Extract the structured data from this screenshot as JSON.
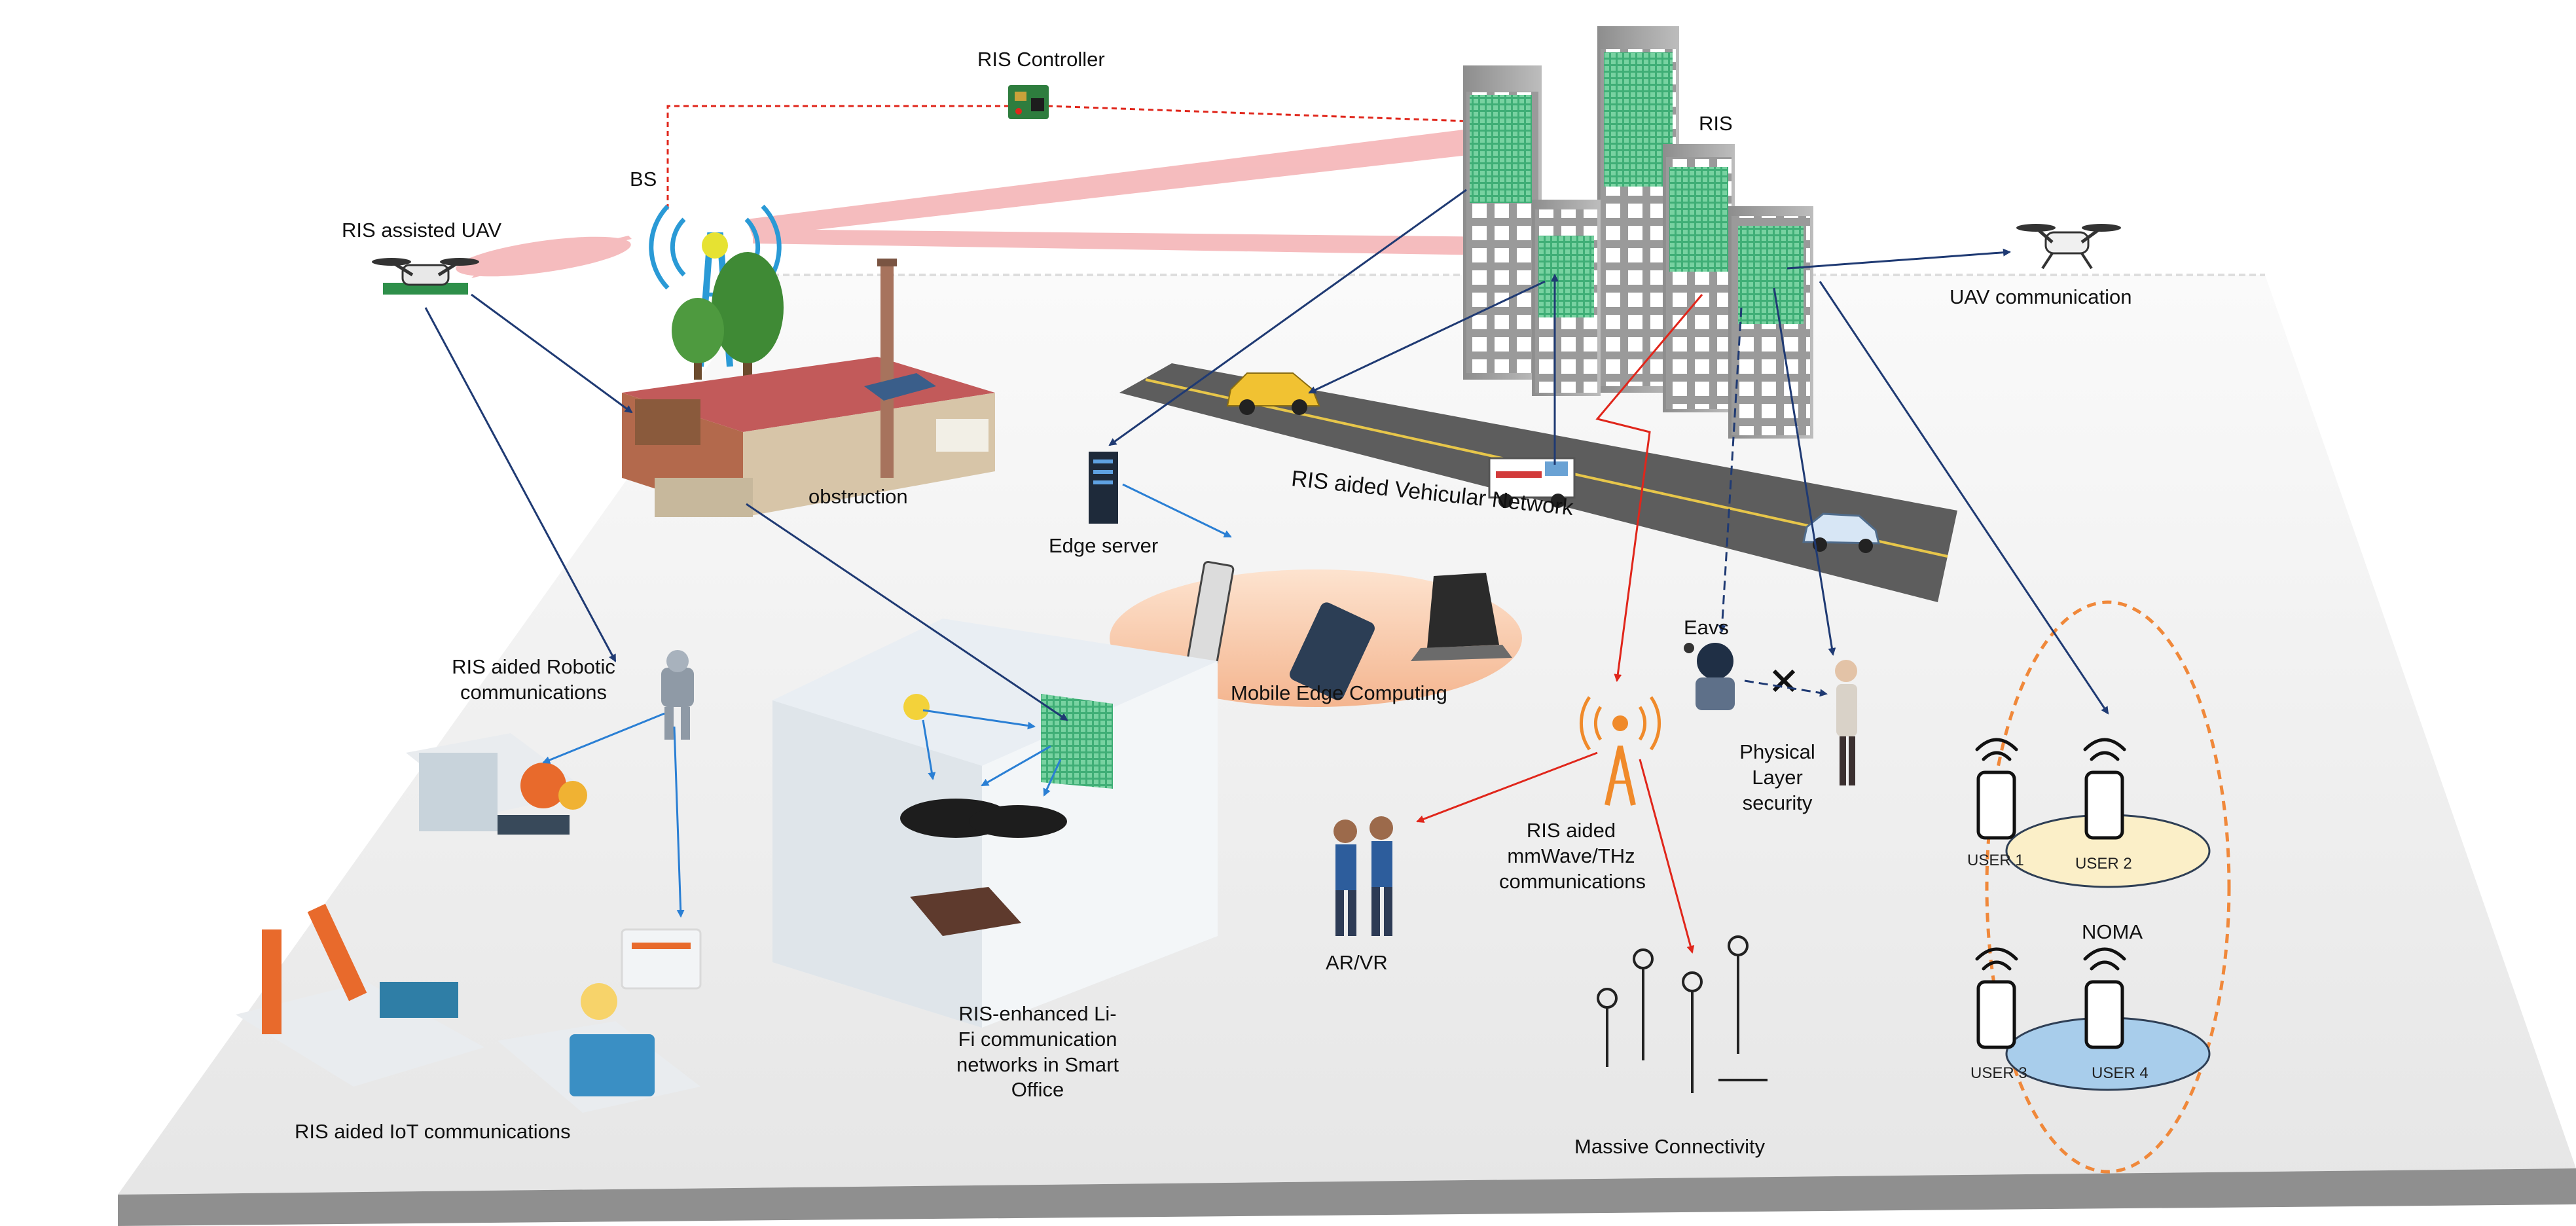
{
  "labels": {
    "ris_controller": "RIS Controller",
    "bs": "BS",
    "ris": "RIS",
    "ris_assisted_uav": "RIS assisted UAV",
    "uav_communication": "UAV communication",
    "obstruction": "obstruction",
    "edge_server": "Edge server",
    "vehicular_network": "RIS aided Vehicular Network",
    "mobile_edge_computing": "Mobile Edge Computing",
    "robotic_comms": "RIS aided Robotic communications",
    "lifi": "RIS-enhanced Li-Fi communication networks in Smart Office",
    "iot": "RIS aided IoT communications",
    "ar_vr": "AR/VR",
    "mmwave": "RIS aided mmWave/THz communications",
    "massive": "Massive Connectivity",
    "eavs": "Eavs",
    "pls": "Physical Layer security",
    "noma": "NOMA",
    "user1": "USER 1",
    "user2": "USER 2",
    "user3": "USER 3",
    "user4": "USER 4"
  },
  "colors": {
    "beam": "#f2a0a3",
    "ris_panel": "#3fae76",
    "link_dark": "#1f3a73",
    "link_light": "#2a7fd4",
    "link_red": "#e0261b",
    "noma_ring": "#f0883a",
    "noma_disc_top": "#fbefc8",
    "noma_disc_bottom": "#a8cdeb",
    "mec_disc": "#f9c9a8",
    "floor": "#efefef"
  }
}
